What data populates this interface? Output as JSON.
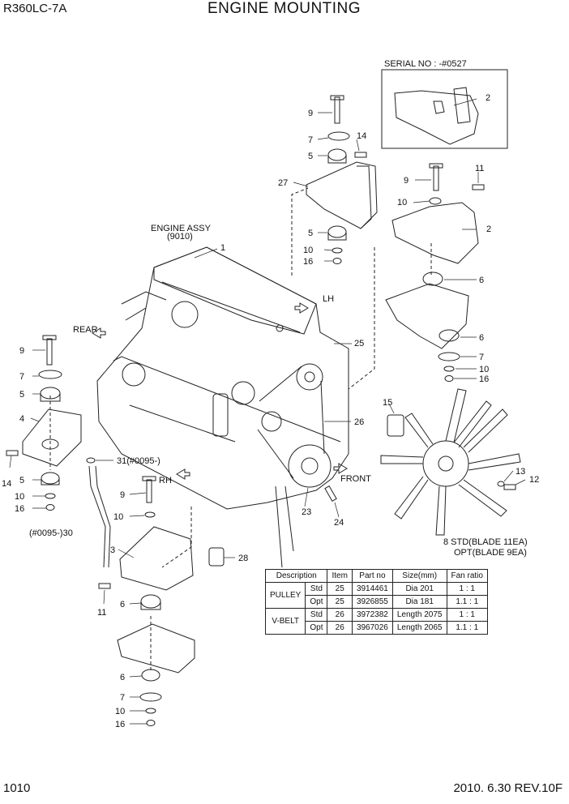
{
  "header": {
    "model": "R360LC-7A",
    "title": "ENGINE MOUNTING"
  },
  "footer": {
    "page_number": "1010",
    "date_rev": "2010. 6.30  REV.10F"
  },
  "serial_box": {
    "label": "SERIAL NO : -#0527"
  },
  "engine_assy": {
    "line1": "ENGINE ASSY",
    "line2": "(9010)"
  },
  "directions": {
    "rear": "REAR",
    "rh": "RH",
    "lh": "LH",
    "front": "FRONT"
  },
  "notes": {
    "hose_31": "31(#0095-)",
    "pipe_30": "(#0095-)30",
    "fan_8_line1": "8 STD(BLADE 11EA)",
    "fan_8_line2": "OPT(BLADE 9EA)"
  },
  "callouts": {
    "n1": "1",
    "n2a": "2",
    "n2b": "2",
    "n9a": "9",
    "n7a": "7",
    "n5a": "5",
    "n14a": "14",
    "n27": "27",
    "n5b": "5",
    "n10a": "10",
    "n16a": "16",
    "n9b": "9",
    "n11a": "11",
    "n10b": "10",
    "n6a": "6",
    "n6b": "6",
    "n7b": "7",
    "n10c": "10",
    "n16b": "16",
    "n25": "25",
    "n26": "26",
    "n15": "15",
    "n13": "13",
    "n12": "12",
    "n9c": "9",
    "n7c": "7",
    "n5c": "5",
    "n4": "4",
    "n14b": "14",
    "n5d": "5",
    "n10d": "10",
    "n16c": "16",
    "n9d": "9",
    "n10e": "10",
    "n3": "3",
    "n11b": "11",
    "n6c": "6",
    "n28": "28",
    "n23": "23",
    "n24": "24",
    "n6d": "6",
    "n7d": "7",
    "n10f": "10",
    "n16d": "16"
  },
  "spec_table": {
    "headers": [
      "Description",
      "Item",
      "Part no",
      "Size(mm)",
      "Fan ratio"
    ],
    "groups": [
      {
        "name": "PULLEY",
        "rows": [
          {
            "variant": "Std",
            "item": "25",
            "part_no": "3914461",
            "size": "Dia 201",
            "ratio": "1 : 1"
          },
          {
            "variant": "Opt",
            "item": "25",
            "part_no": "3926855",
            "size": "Dia 181",
            "ratio": "1.1 : 1"
          }
        ]
      },
      {
        "name": "V-BELT",
        "rows": [
          {
            "variant": "Std",
            "item": "26",
            "part_no": "3972382",
            "size": "Length 2075",
            "ratio": "1 : 1"
          },
          {
            "variant": "Opt",
            "item": "26",
            "part_no": "3967026",
            "size": "Length 2065",
            "ratio": "1.1 : 1"
          }
        ]
      }
    ]
  }
}
